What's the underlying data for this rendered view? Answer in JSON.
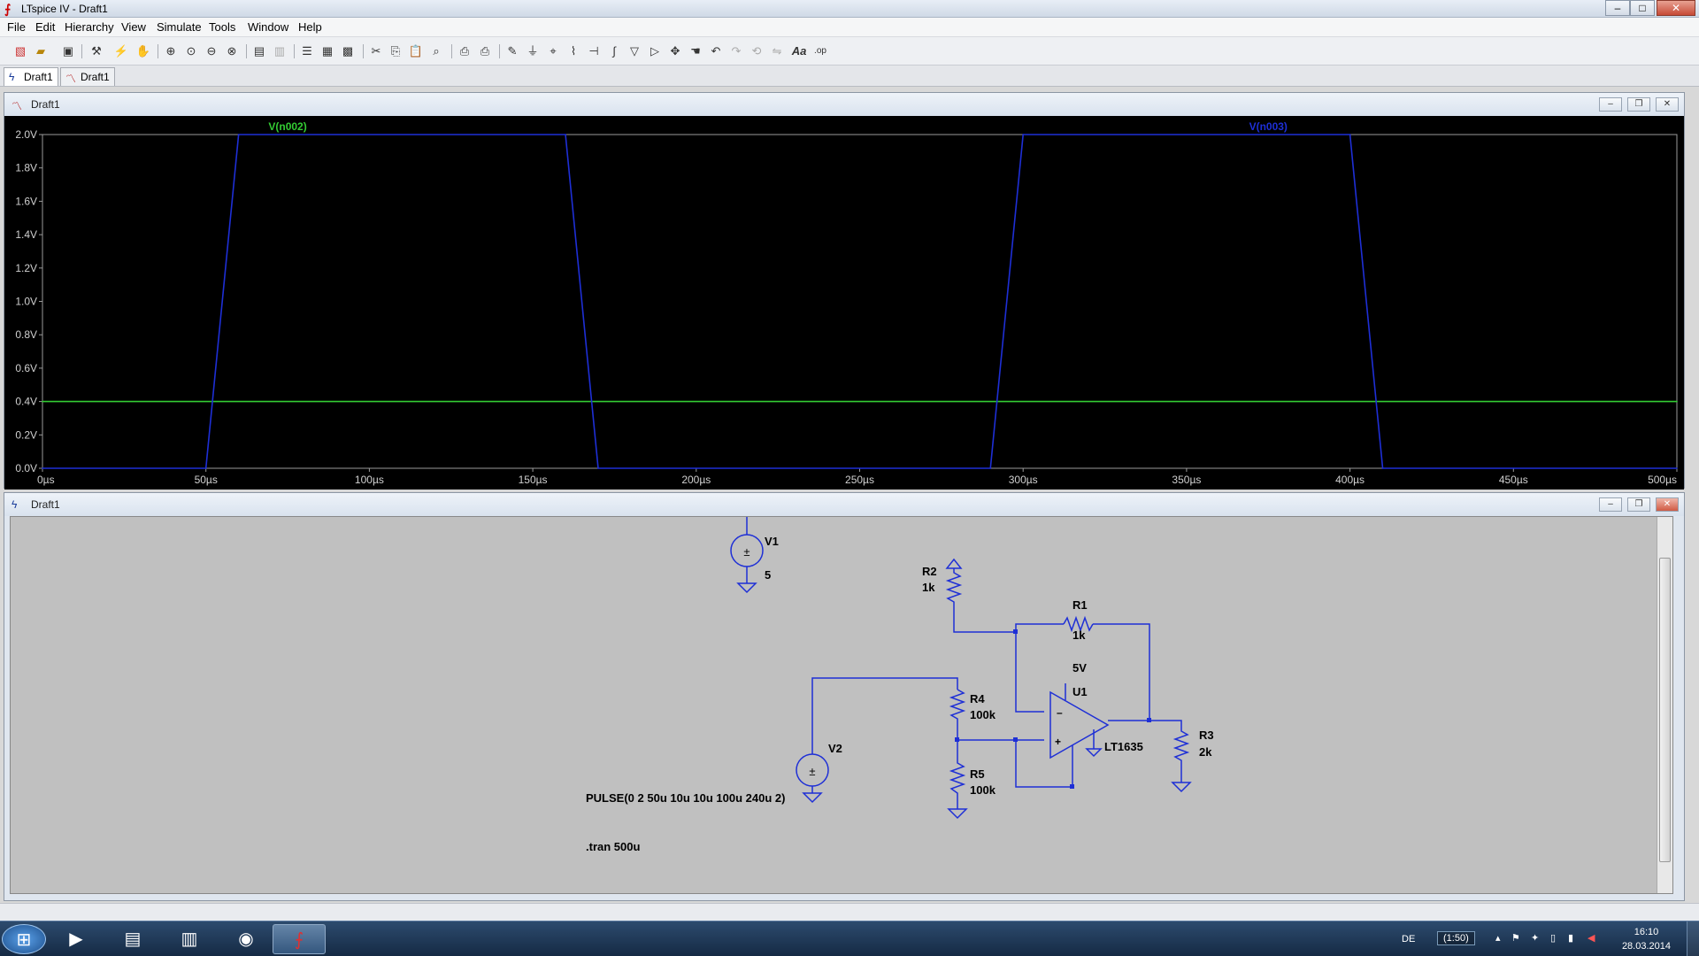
{
  "window": {
    "title": "LTspice IV - Draft1",
    "controls": [
      "–",
      "□",
      "✕"
    ]
  },
  "menu": [
    "File",
    "Edit",
    "Hierarchy",
    "View",
    "Simulate",
    "Tools",
    "Window",
    "Help"
  ],
  "tabs": [
    {
      "label": "Draft1",
      "icon": "schematic-icon"
    },
    {
      "label": "Draft1",
      "icon": "waveform-icon"
    }
  ],
  "waveform_window": {
    "title": "Draft1",
    "traces": [
      {
        "name": "V(n002)",
        "color": "#33cc33"
      },
      {
        "name": "V(n003)",
        "color": "#1e2fd6"
      }
    ],
    "y_ticks": [
      "0.0V",
      "0.2V",
      "0.4V",
      "0.6V",
      "0.8V",
      "1.0V",
      "1.2V",
      "1.4V",
      "1.6V",
      "1.8V",
      "2.0V"
    ],
    "x_ticks": [
      "0µs",
      "50µs",
      "100µs",
      "150µs",
      "200µs",
      "250µs",
      "300µs",
      "350µs",
      "400µs",
      "450µs",
      "500µs"
    ]
  },
  "chart_data": {
    "type": "line",
    "x_unit": "µs",
    "y_unit": "V",
    "xlim": [
      0,
      500
    ],
    "ylim": [
      0,
      2.0
    ],
    "grid": false,
    "series": [
      {
        "name": "V(n002)",
        "color": "#33cc33",
        "x": [
          0,
          500
        ],
        "y": [
          0.4,
          0.4
        ]
      },
      {
        "name": "V(n003)",
        "color": "#1e2fd6",
        "x": [
          0,
          50,
          60,
          160,
          170,
          290,
          300,
          400,
          410,
          500
        ],
        "y": [
          0,
          0,
          2.0,
          2.0,
          0,
          0,
          2.0,
          2.0,
          0,
          0
        ]
      }
    ]
  },
  "schematic_window": {
    "title": "Draft1",
    "components": {
      "v1": {
        "name": "V1",
        "value": "5"
      },
      "v2": {
        "name": "V2",
        "value": "PULSE(0 2 50u 10u 10u 100u 240u 2)"
      },
      "r1": {
        "name": "R1",
        "value": "1k"
      },
      "r2": {
        "name": "R2",
        "value": "1k"
      },
      "r3": {
        "name": "R3",
        "value": "2k"
      },
      "r4": {
        "name": "R4",
        "value": "100k"
      },
      "r5": {
        "name": "R5",
        "value": "100k"
      },
      "u1": {
        "name": "U1",
        "model": "LT1635",
        "supply": "5V"
      }
    },
    "directive": ".tran 500u"
  },
  "taskbar": {
    "apps": [
      "start-orb",
      "media-player",
      "file-explorer",
      "folder",
      "firefox",
      "ltspice"
    ],
    "language": "DE",
    "tray_badge": "(1:50)",
    "time": "16:10",
    "date": "28.03.2014"
  },
  "colors": {
    "trace_green": "#33cc33",
    "trace_blue": "#1e2fd6",
    "schematic_bg": "#c0c0c0",
    "wire": "#1e2fd6"
  }
}
